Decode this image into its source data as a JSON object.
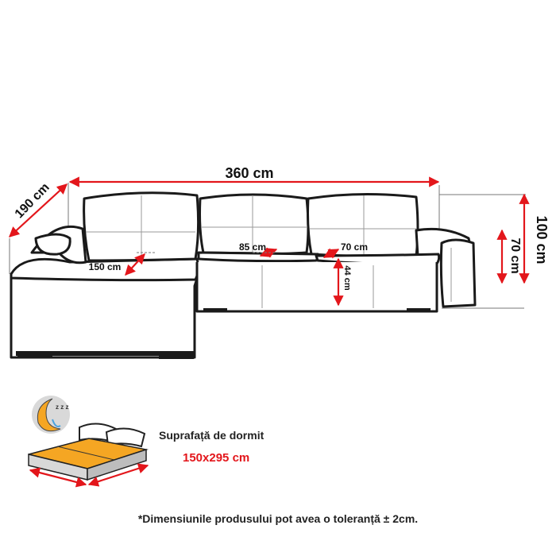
{
  "dimensions": {
    "width": "360 cm",
    "depth": "190 cm",
    "height_total": "100 cm",
    "height_armrest": "70 cm",
    "chaise_seat_depth": "150 cm",
    "seat_depth_middle": "85 cm",
    "seat_depth_right": "70 cm",
    "seat_height": "44 cm"
  },
  "sleeping": {
    "label": "Suprafață de dormit",
    "size": "150x295 cm"
  },
  "note": "*Dimensiunile produsului pot avea o toleranță ± 2cm.",
  "colors": {
    "accent": "#e3161b",
    "mattress": "#f5a623",
    "outline": "#1a1a1a"
  }
}
